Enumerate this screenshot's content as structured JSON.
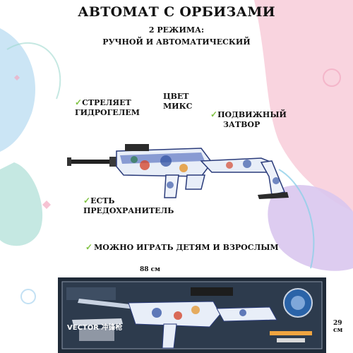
{
  "title": "АВТОМАТ С ОРБИЗАМИ",
  "subtitle1": "2 РЕЖИМА:",
  "subtitle2": "РУЧНОЙ И АВТОМАТИЧЕСКИЙ",
  "features": {
    "hydrogel": [
      "СТРЕЛЯЕТ",
      "ГИДРОГЕЛЕМ"
    ],
    "color": [
      "ЦВЕТ",
      "МИКС"
    ],
    "bolt": [
      "ПОДВИЖНЫЙ",
      "ЗАТВОР"
    ],
    "safety": [
      "ЕСТЬ",
      "ПРЕДОХРАНИТЕЛЬ"
    ],
    "age": "МОЖНО ИГРАТЬ ДЕТЯМ И ВЗРОСЛЫМ"
  },
  "check_mark": "✓",
  "dimensions": {
    "width": "88 см",
    "height": "29 см"
  },
  "package": {
    "brand": "VECTOR",
    "brand_cn": "冲锋枪"
  },
  "colors": {
    "accent_green": "#7fc241",
    "blob_pink": "#f7c9d7",
    "blob_blue": "#a9d4ef",
    "blob_teal": "#9fd9cf",
    "blob_lilac": "#d9c7ee"
  }
}
